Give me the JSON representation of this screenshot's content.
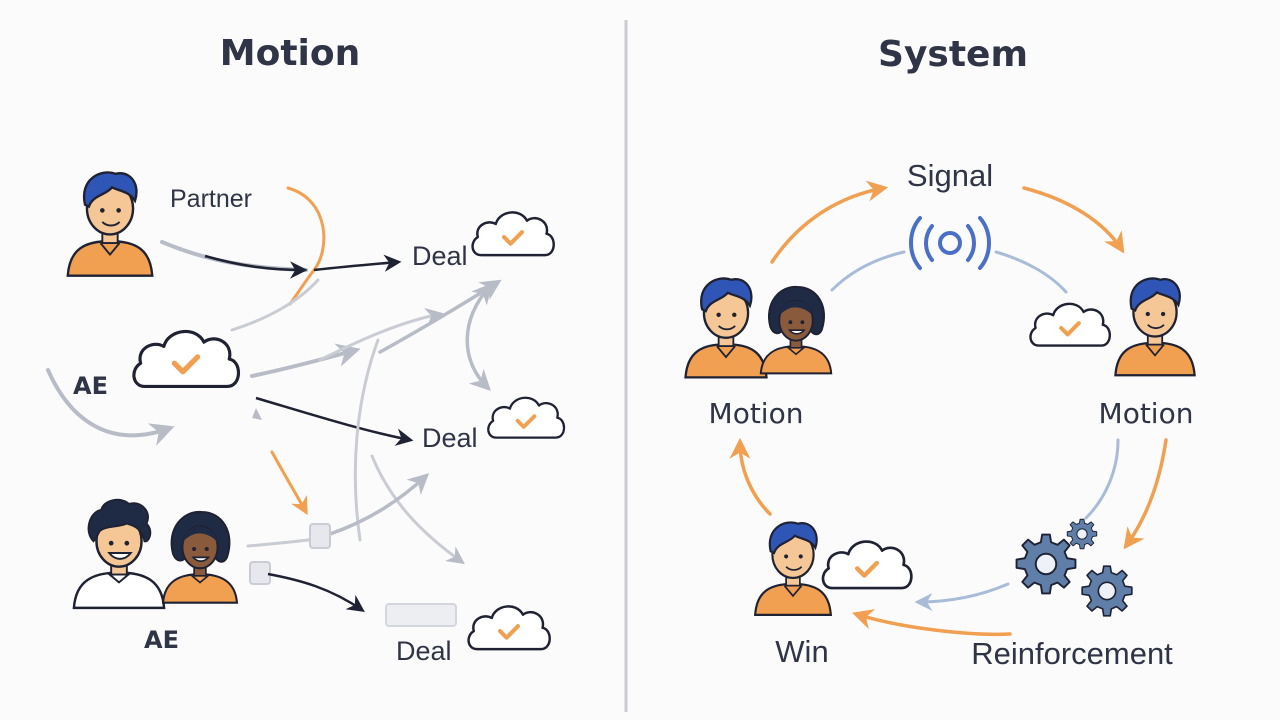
{
  "left": {
    "title": "Motion",
    "partner_label": "Partner",
    "ae_top_label": "AE",
    "ae_bottom_label": "AE",
    "deal_1": "Deal",
    "deal_2": "Deal",
    "deal_3": "Deal"
  },
  "right": {
    "title": "System",
    "signal_label": "Signal",
    "motion_left_label": "Motion",
    "motion_right_label": "Motion",
    "win_label": "Win",
    "reinforcement_label": "Reinforcement"
  },
  "colors": {
    "accent_orange": "#f0a050",
    "ink": "#1f2233",
    "arrow_gray": "#b7bcc6",
    "soft_blue": "#a8bcd8",
    "signal_blue": "#4a6fc8",
    "hair_blue": "#2f56b6",
    "skin": "#f6c796",
    "shirt_orange": "#f0a050"
  },
  "icons": [
    "person-icon",
    "cloud-check-icon",
    "signal-icon",
    "gears-icon"
  ]
}
